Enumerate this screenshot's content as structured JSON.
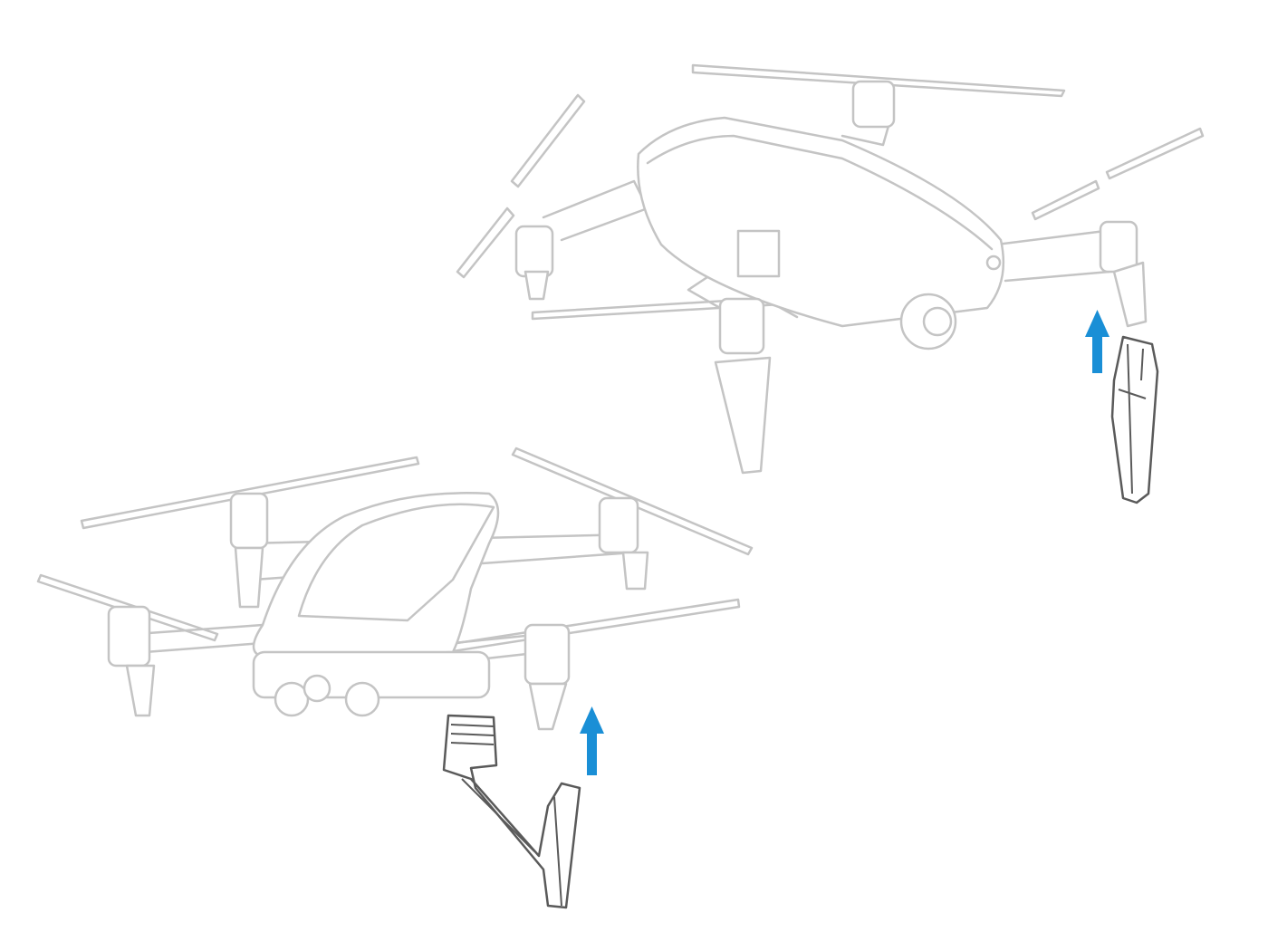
{
  "illustration": {
    "drones": [
      {
        "id": "folded-drone-top-right",
        "part": "landing-gear-extension-rear"
      },
      {
        "id": "drone-bottom-left",
        "part": "landing-gear-extension-front"
      }
    ],
    "colors": {
      "arrow": "#1a8fd6",
      "drone_outline": "#c4c4c4",
      "part_outline": "#5a5a5a",
      "background": "#ffffff"
    },
    "icons": [
      "arrow-up-icon",
      "arrow-up-icon"
    ]
  }
}
